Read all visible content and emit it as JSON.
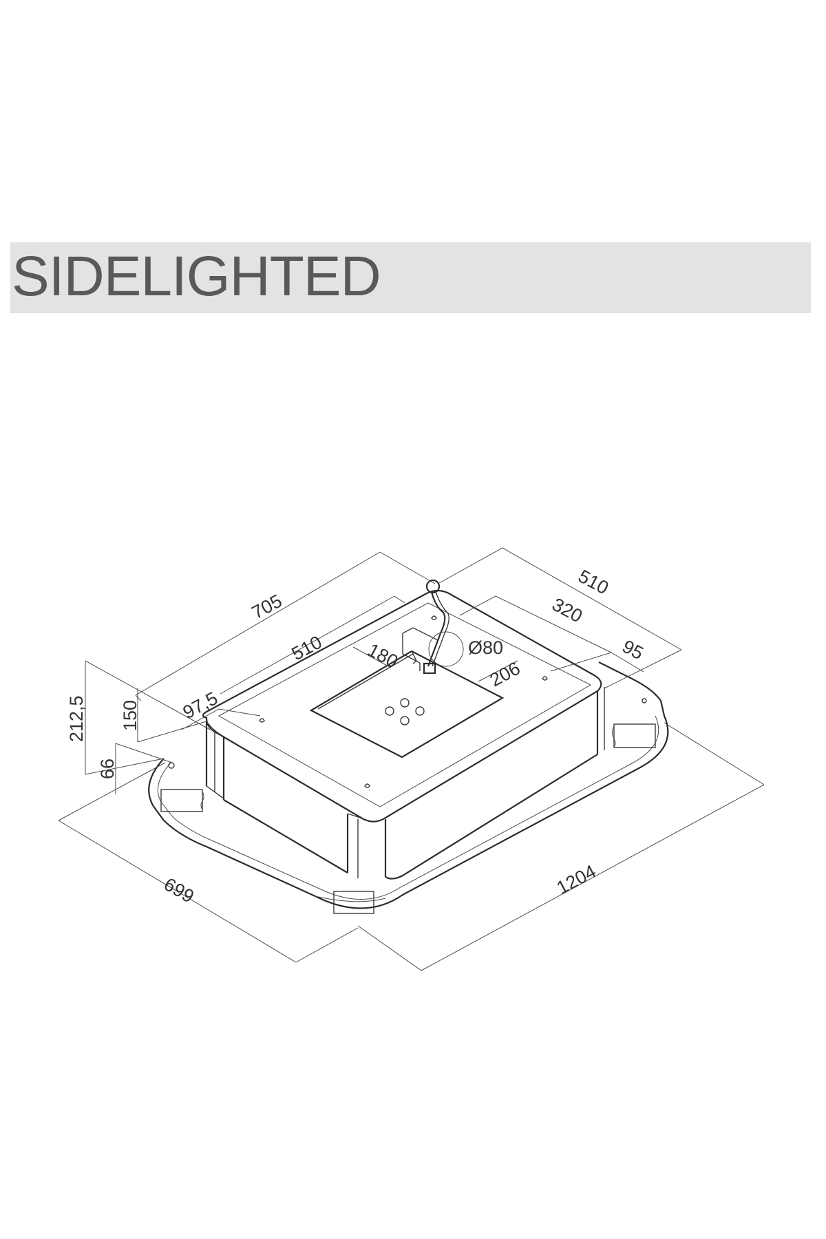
{
  "title": "SIDELIGHTED",
  "dimensions": {
    "d705": "705",
    "d510_top": "510",
    "d510_right": "510",
    "d320": "320",
    "d180": "180",
    "d_diam80": "Ø80",
    "d206": "206",
    "d95": "95",
    "d97_5": "97,5",
    "d150": "150",
    "d212_5": "212,5",
    "d66": "66",
    "d699": "699",
    "d1204": "1204"
  }
}
